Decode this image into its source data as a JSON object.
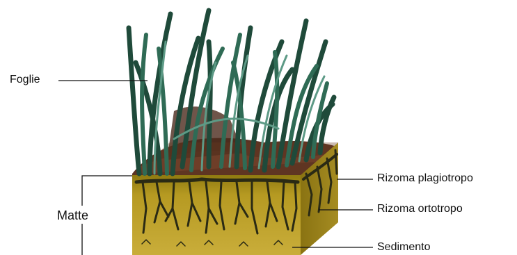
{
  "labels": {
    "foglie": "Foglie",
    "matte": "Matte",
    "rizoma_plagiotropo": "Rizoma plagiotropo",
    "rizoma_ortotropo": "Rizoma ortotropo",
    "sedimento": "Sedimento"
  },
  "colors": {
    "leaf_dark": "#1f4a3a",
    "leaf_mid": "#2f6b55",
    "leaf_light": "#5d9a86",
    "soil": "#5a3222",
    "sediment_front": "#b89a1e",
    "sediment_side": "#8a7412",
    "roots": "#2a2a14"
  }
}
